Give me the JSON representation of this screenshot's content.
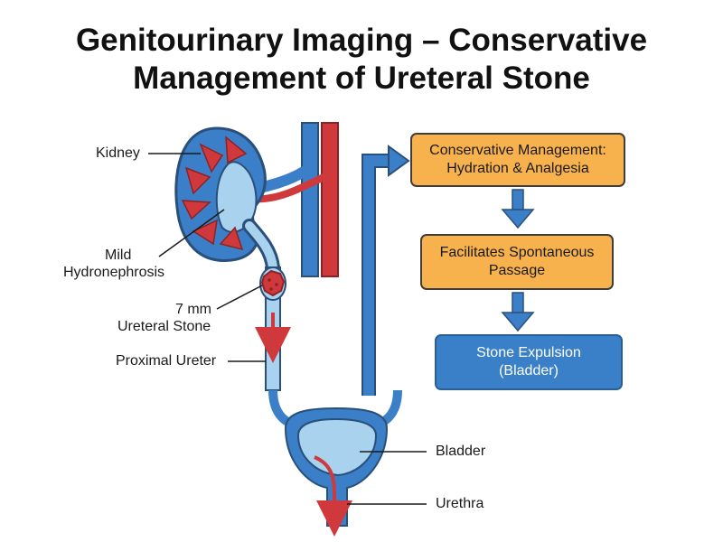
{
  "title": {
    "line1": "Genitourinary Imaging – Conservative",
    "line2": "Management of Ureteral Stone"
  },
  "labels": {
    "kidney": "Kidney",
    "hydronephrosis_line1": "Mild",
    "hydronephrosis_line2": "Hydronephrosis",
    "stone_line1": "7 mm",
    "stone_line2": "Ureteral Stone",
    "proximal_ureter": "Proximal Ureter",
    "bladder": "Bladder",
    "urethra": "Urethra"
  },
  "flow": {
    "step1_line1": "Conservative Management:",
    "step1_line2": "Hydration & Analgesia",
    "step2_line1": "Facilitates Spontaneous",
    "step2_line2": "Passage",
    "step3_line1": "Stone Expulsion",
    "step3_line2": "(Bladder)"
  },
  "colors": {
    "organ_blue": "#3a7fc7",
    "light_blue": "#a9d2ee",
    "vessel_red": "#d0393b",
    "box_orange": "#f7b14d",
    "box_blue": "#3a80c8",
    "outline": "#2a4f7a"
  }
}
